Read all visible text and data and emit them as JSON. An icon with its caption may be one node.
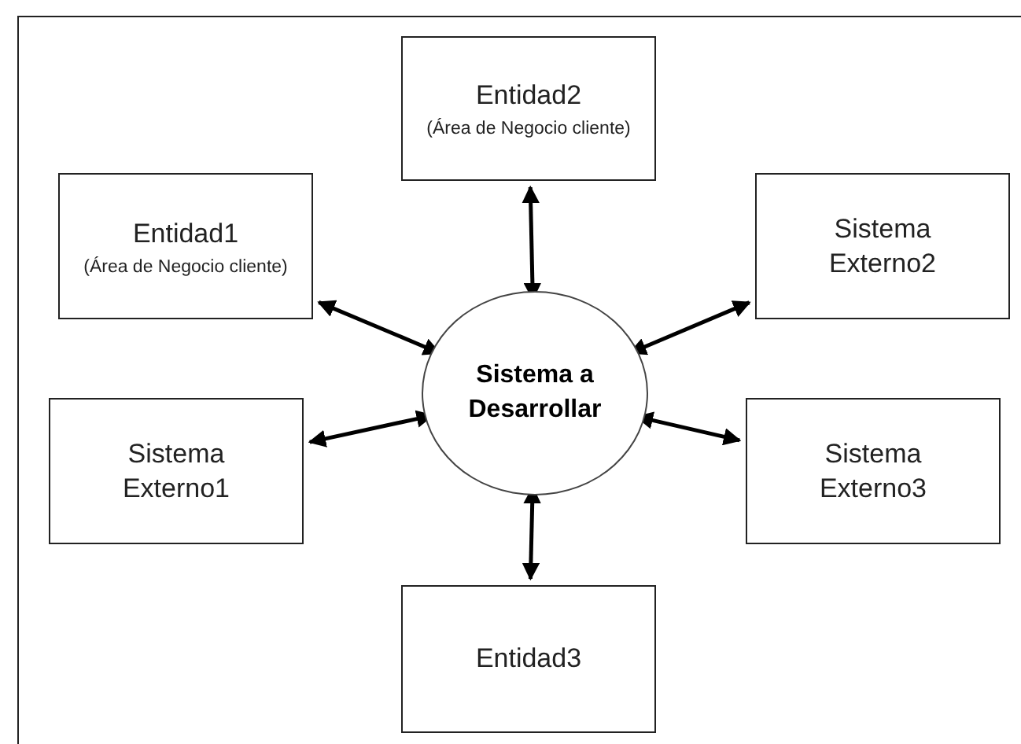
{
  "diagram": {
    "nodes": [
      {
        "text": [
          "Entidad2",
          "(Área de Negocio cliente)"
        ]
      },
      {
        "text": [
          "Entidad1",
          "(Área de Negocio cliente)"
        ]
      },
      {
        "text": [
          "Sistema Externo2"
        ]
      },
      {
        "text": [
          "Sistema a Desarrollar"
        ]
      },
      {
        "text": [
          "Sistema Externo1"
        ]
      },
      {
        "text": [
          "Sistema Externo3"
        ]
      },
      {
        "text": [
          "Entidad3"
        ]
      }
    ],
    "edges": [
      {
        "from": 3,
        "to": 0,
        "arrow": "both"
      },
      {
        "from": 3,
        "to": 1,
        "arrow": "both"
      },
      {
        "from": 3,
        "to": 2,
        "arrow": "both"
      },
      {
        "from": 3,
        "to": 4,
        "arrow": "both"
      },
      {
        "from": 3,
        "to": 5,
        "arrow": "both"
      },
      {
        "from": 3,
        "to": 6,
        "arrow": "both"
      }
    ]
  }
}
